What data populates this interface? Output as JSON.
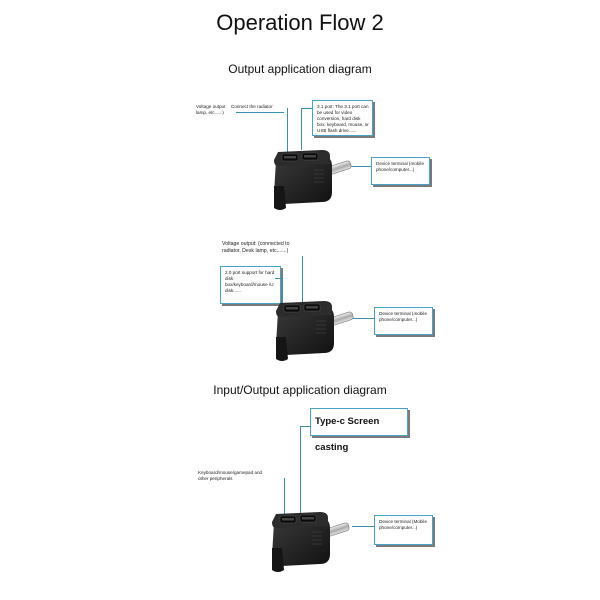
{
  "page": {
    "title": "Operation Flow 2"
  },
  "section1": {
    "heading": "Output application diagram",
    "voltage_label": "Voltage output lamp, etc......)",
    "radiator_label": "Connect the radiator",
    "port_note": "3.1 port: The 3.1 port can be used for video conversion, hard disk box, keyboard, mouse, or USB flash drive......",
    "device_note": "Device terminal (mobile phone/computer...)"
  },
  "section2": {
    "voltage_note": "Voltage output: (connected to radiator, Desk lamp, etc.......)",
    "port_note": "2.0 port support for hard disk box/keyboard/mouse /U disk......",
    "device_note": "Device terminal (mobile phone/computer...)"
  },
  "section3": {
    "heading": "Input/Output application diagram",
    "casting_label": "Type-c Screen casting",
    "peripheral_note": "Keyboard/mouse/gamepad and other peripherals",
    "device_note": "Device terminal (Mobile phone/computer...)"
  },
  "colors": {
    "accent_line": "#3d8fb3",
    "box_border": "#4aa3c7",
    "device_body": "#1e1e1e",
    "connector_metal": "#c8c8c8"
  }
}
